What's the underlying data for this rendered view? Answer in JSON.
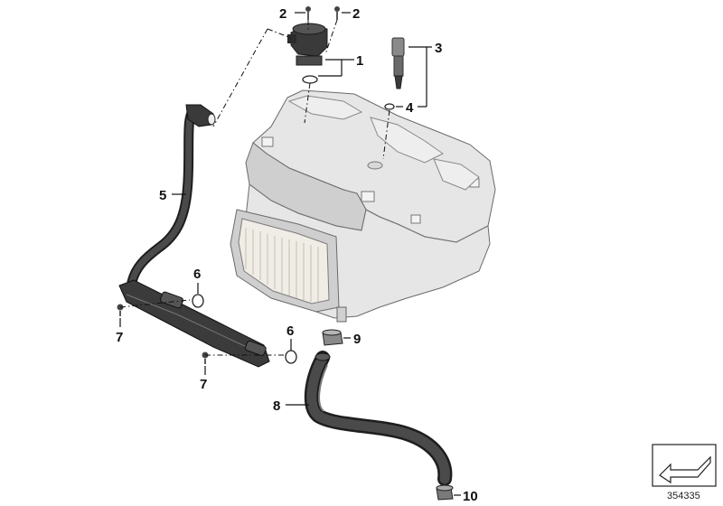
{
  "diagram": {
    "callouts": {
      "c1": "1",
      "c2a": "2",
      "c2b": "2",
      "c3": "3",
      "c4": "4",
      "c5": "5",
      "c6a": "6",
      "c6b": "6",
      "c7a": "7",
      "c7b": "7",
      "c8": "8",
      "c9": "9",
      "c10": "10"
    },
    "document_number": "354335"
  }
}
